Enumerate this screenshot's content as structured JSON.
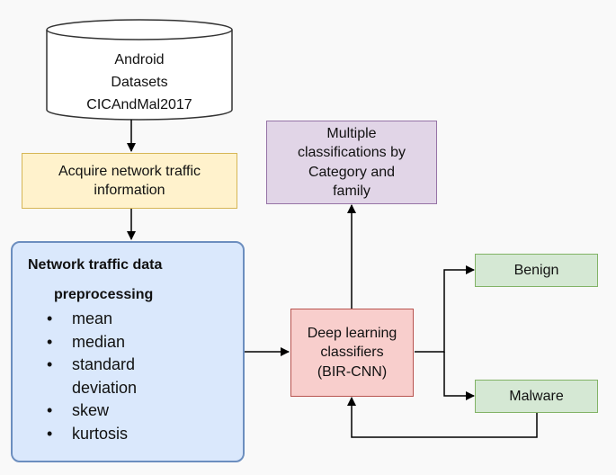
{
  "database": {
    "lines": [
      "Android",
      "Datasets",
      "CICAndMal2017"
    ]
  },
  "acquire": {
    "lines": [
      "Acquire network traffic",
      "information"
    ]
  },
  "preprocessing": {
    "title": "Network traffic data",
    "subtitle": "preprocessing",
    "items": [
      "mean",
      "median",
      "standard",
      "deviation",
      "skew",
      "kurtosis"
    ],
    "bulleted": [
      true,
      true,
      true,
      false,
      true,
      true
    ]
  },
  "classifier": {
    "lines": [
      "Deep learning",
      "classifiers",
      "(BIR-CNN)"
    ]
  },
  "multiple": {
    "lines": [
      "Multiple",
      "classifications by",
      "Category and",
      "family"
    ]
  },
  "benign": {
    "label": "Benign"
  },
  "malware": {
    "label": "Malware"
  }
}
